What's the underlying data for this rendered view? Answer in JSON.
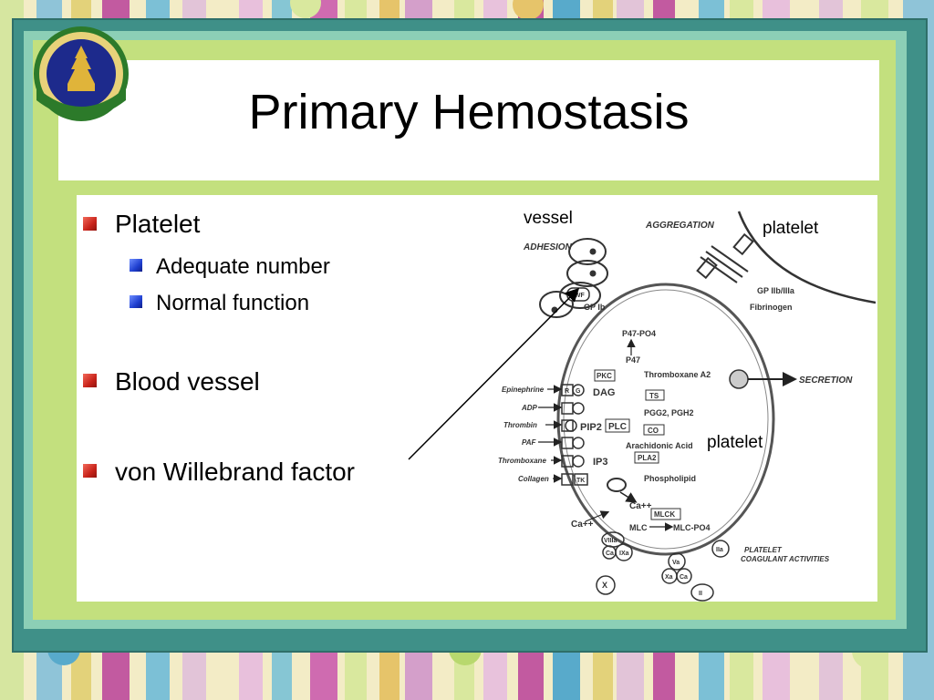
{
  "slide": {
    "title": "Primary Hemostasis",
    "bullets": [
      {
        "text": "Platelet",
        "sub": [
          "Adequate number",
          "Normal function"
        ]
      },
      {
        "text": "Blood vessel"
      },
      {
        "text": "von Willebrand factor"
      }
    ]
  },
  "figure_labels": {
    "vessel": "vessel",
    "platelet_top": "platelet",
    "platelet_mid": "platelet"
  },
  "diagram_text": {
    "aggregation": "AGGREGATION",
    "adhesion": "ADHESION",
    "gp_ib": "GP Ib",
    "gp_iib": "GP IIb/IIIa",
    "fibrinogen": "Fibrinogen",
    "p47po4": "P47-PO4",
    "p47": "P47",
    "pkc": "PKC",
    "dag": "DAG",
    "tba2": "Thromboxane A2",
    "ts": "TS",
    "pgg": "PGG2, PGH2",
    "co": "CO",
    "secretion": "SECRETION",
    "arach": "Arachidonic  Acid",
    "pla2": "PLA2",
    "pip2": "PIP2",
    "plc": "PLC",
    "ip3": "IP3",
    "phospho": "Phospholipid",
    "ca": "Ca++",
    "ca2": "Ca++",
    "mlck": "MLCK",
    "mlc": "MLC",
    "mlcpo4": "MLC-PO4",
    "epi": "Epinephrine",
    "adp": "ADP",
    "thrombin": "Thrombin",
    "paf": "PAF",
    "tbx": "Thromboxane",
    "collagen": "Collagen",
    "coag": "PLATELET",
    "coag2": "COAGULANT ACTIVITIES",
    "viiia": "VIIIa",
    "ixa": "IXa",
    "ca_a": "Ca",
    "va": "Va",
    "xa": "Xa",
    "ca_b": "Ca",
    "iia": "IIa",
    "x": "X",
    "ii": "II",
    "vwf": "vWF",
    "r": "R",
    "g": "G",
    "tk": "TK"
  },
  "logo": {
    "icon": "university-seal-icon",
    "ring_color": "#2c7a2a",
    "disc_color": "#1d2a8c"
  },
  "colors": {
    "frame": "#3f9088",
    "inner": "#c3e07e",
    "accent_bullet": "#c8231a",
    "sub_bullet": "#1f3fd0"
  }
}
